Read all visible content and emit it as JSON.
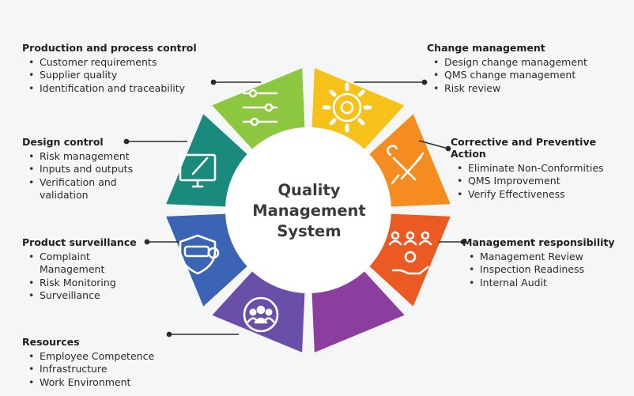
{
  "title_lines": [
    "Quality",
    "Management",
    "System"
  ],
  "sections": {
    "production": {
      "heading": "Production and process control",
      "items": [
        "Customer requirements",
        "Supplier quality",
        "Identification and traceability"
      ]
    },
    "design": {
      "heading": "Design control",
      "items": [
        "Risk management",
        "Inputs and outputs",
        "Verification and validation"
      ]
    },
    "surveillance": {
      "heading": "Product surveillance",
      "items": [
        "Complaint Management",
        "Risk Monitoring",
        "Surveillance"
      ]
    },
    "resources": {
      "heading": "Resources",
      "items": [
        "Employee Competence",
        "Infrastructure",
        "Work Environment"
      ]
    },
    "change": {
      "heading": "Change management",
      "items": [
        "Design change management",
        "QMS change management",
        "Risk review"
      ]
    },
    "capa": {
      "heading": "Corrective and Preventive Action",
      "items": [
        "Eliminate Non-Conformities",
        "QMS Improvement",
        "Verify Effectiveness"
      ]
    },
    "mgmt": {
      "heading": "Management responsibility",
      "items": [
        "Management Review",
        "Inspection Readiness",
        "Internal Audit"
      ]
    }
  },
  "segments": [
    {
      "name": "change-management-segment",
      "color": "#f6c21a",
      "icon": "gear-icon"
    },
    {
      "name": "capa-segment",
      "color": "#f48c1f",
      "icon": "tools-icon"
    },
    {
      "name": "management-responsibility-segment",
      "color": "#ea5a22",
      "icon": "team-hand-icon"
    },
    {
      "name": "purple-segment",
      "color": "#8c3e9e",
      "icon": ""
    },
    {
      "name": "resources-segment",
      "color": "#6a4fa8",
      "icon": "group-icon"
    },
    {
      "name": "product-surveillance-segment",
      "color": "#3c64b4",
      "icon": "camera-shield-icon"
    },
    {
      "name": "design-control-segment",
      "color": "#1a8a7c",
      "icon": "monitor-brush-icon"
    },
    {
      "name": "production-segment",
      "color": "#8dc63f",
      "icon": "sliders-icon"
    }
  ]
}
